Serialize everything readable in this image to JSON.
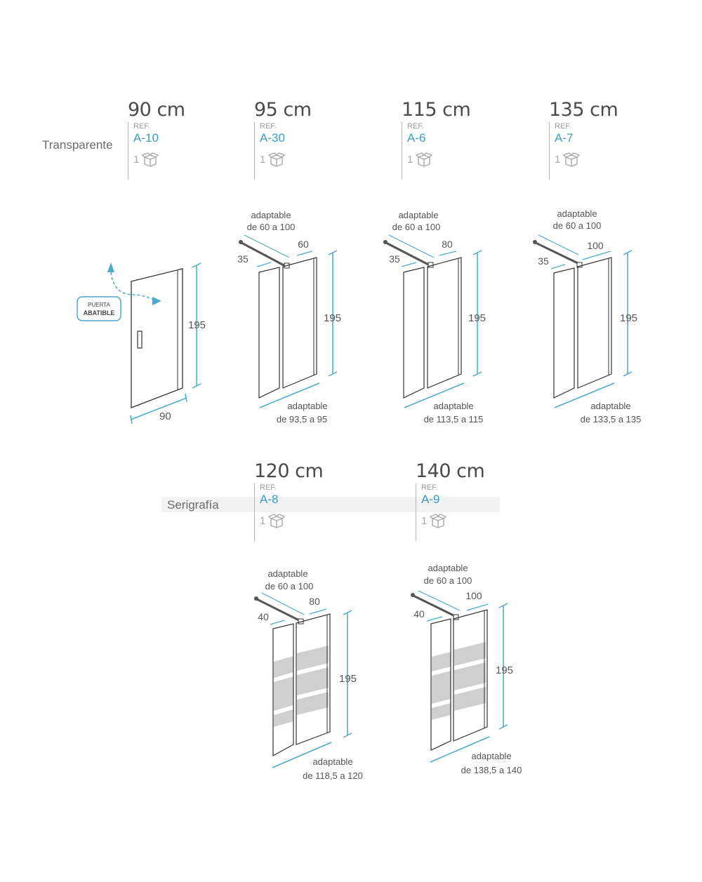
{
  "rows": [
    {
      "label": "Transparente",
      "products": [
        {
          "size": "90 cm",
          "ref_label": "REF.",
          "ref": "A-10",
          "qty": "1",
          "qty_icon": "box-icon"
        },
        {
          "size": "95 cm",
          "ref_label": "REF.",
          "ref": "A-30",
          "qty": "1",
          "qty_icon": "box-icon"
        },
        {
          "size": "115 cm",
          "ref_label": "REF.",
          "ref": "A-6",
          "qty": "1",
          "qty_icon": "box-icon"
        },
        {
          "size": "135 cm",
          "ref_label": "REF.",
          "ref": "A-7",
          "qty": "1",
          "qty_icon": "box-icon"
        }
      ]
    },
    {
      "label": "Serigrafía",
      "products": [
        {
          "size": "120 cm",
          "ref_label": "REF.",
          "ref": "A-8",
          "qty": "1",
          "qty_icon": "box-icon"
        },
        {
          "size": "140 cm",
          "ref_label": "REF.",
          "ref": "A-9",
          "qty": "1",
          "qty_icon": "box-icon"
        }
      ]
    }
  ],
  "diagrams": {
    "door": {
      "badge_line1": "PUERTA",
      "badge_line2": "ABATIBLE",
      "height": "195",
      "width": "90"
    },
    "d95": {
      "top1": "adaptable",
      "top2": "de 60 a 100",
      "fixed": "35",
      "panel": "60",
      "height": "195",
      "bottom1": "adaptable",
      "bottom2": "de 93,5 a 95"
    },
    "d115": {
      "top1": "adaptable",
      "top2": "de 60 a 100",
      "fixed": "35",
      "panel": "80",
      "height": "195",
      "bottom1": "adaptable",
      "bottom2": "de 113,5 a 115"
    },
    "d135": {
      "top1": "adaptable",
      "top2": "de 60 a 100",
      "fixed": "35",
      "panel": "100",
      "height": "195",
      "bottom1": "adaptable",
      "bottom2": "de 133,5 a 135"
    },
    "d120": {
      "top1": "adaptable",
      "top2": "de 60 a 100",
      "fixed": "40",
      "panel": "80",
      "height": "195",
      "bottom1": "adaptable",
      "bottom2": "de 118,5 a 120"
    },
    "d140": {
      "top1": "adaptable",
      "top2": "de 60 a 100",
      "fixed": "40",
      "panel": "100",
      "height": "195",
      "bottom1": "adaptable",
      "bottom2": "de 138,5 a 140"
    }
  },
  "colors": {
    "accent": "#3a9bc4",
    "dimension_line": "#4aa9cf",
    "text_gray": "#6b6b6b",
    "band": "#f2f2f2"
  }
}
